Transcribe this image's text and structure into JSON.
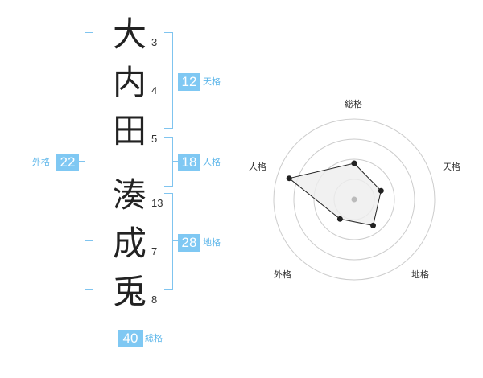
{
  "name": {
    "chars": [
      {
        "char": "大",
        "strokes": "3"
      },
      {
        "char": "内",
        "strokes": "4"
      },
      {
        "char": "田",
        "strokes": "5"
      },
      {
        "char": "湊",
        "strokes": "13"
      },
      {
        "char": "成",
        "strokes": "7"
      },
      {
        "char": "兎",
        "strokes": "8"
      }
    ]
  },
  "fortune": {
    "tenkaku": {
      "value": "12",
      "label": "天格"
    },
    "jinkaku": {
      "value": "18",
      "label": "人格"
    },
    "chikaku": {
      "value": "28",
      "label": "地格"
    },
    "gaikaku": {
      "value": "22",
      "label": "外格"
    },
    "soukaku": {
      "value": "40",
      "label": "総格"
    }
  },
  "chart_data": {
    "type": "radar",
    "axes": [
      "総格",
      "天格",
      "地格",
      "外格",
      "人格"
    ],
    "values": [
      0.45,
      0.35,
      0.4,
      0.3,
      0.85
    ],
    "rings": 4,
    "colors": {
      "fill": "#eeeeee",
      "line": "#222222",
      "ring": "#cccccc",
      "center": "#bbbbbb"
    }
  }
}
